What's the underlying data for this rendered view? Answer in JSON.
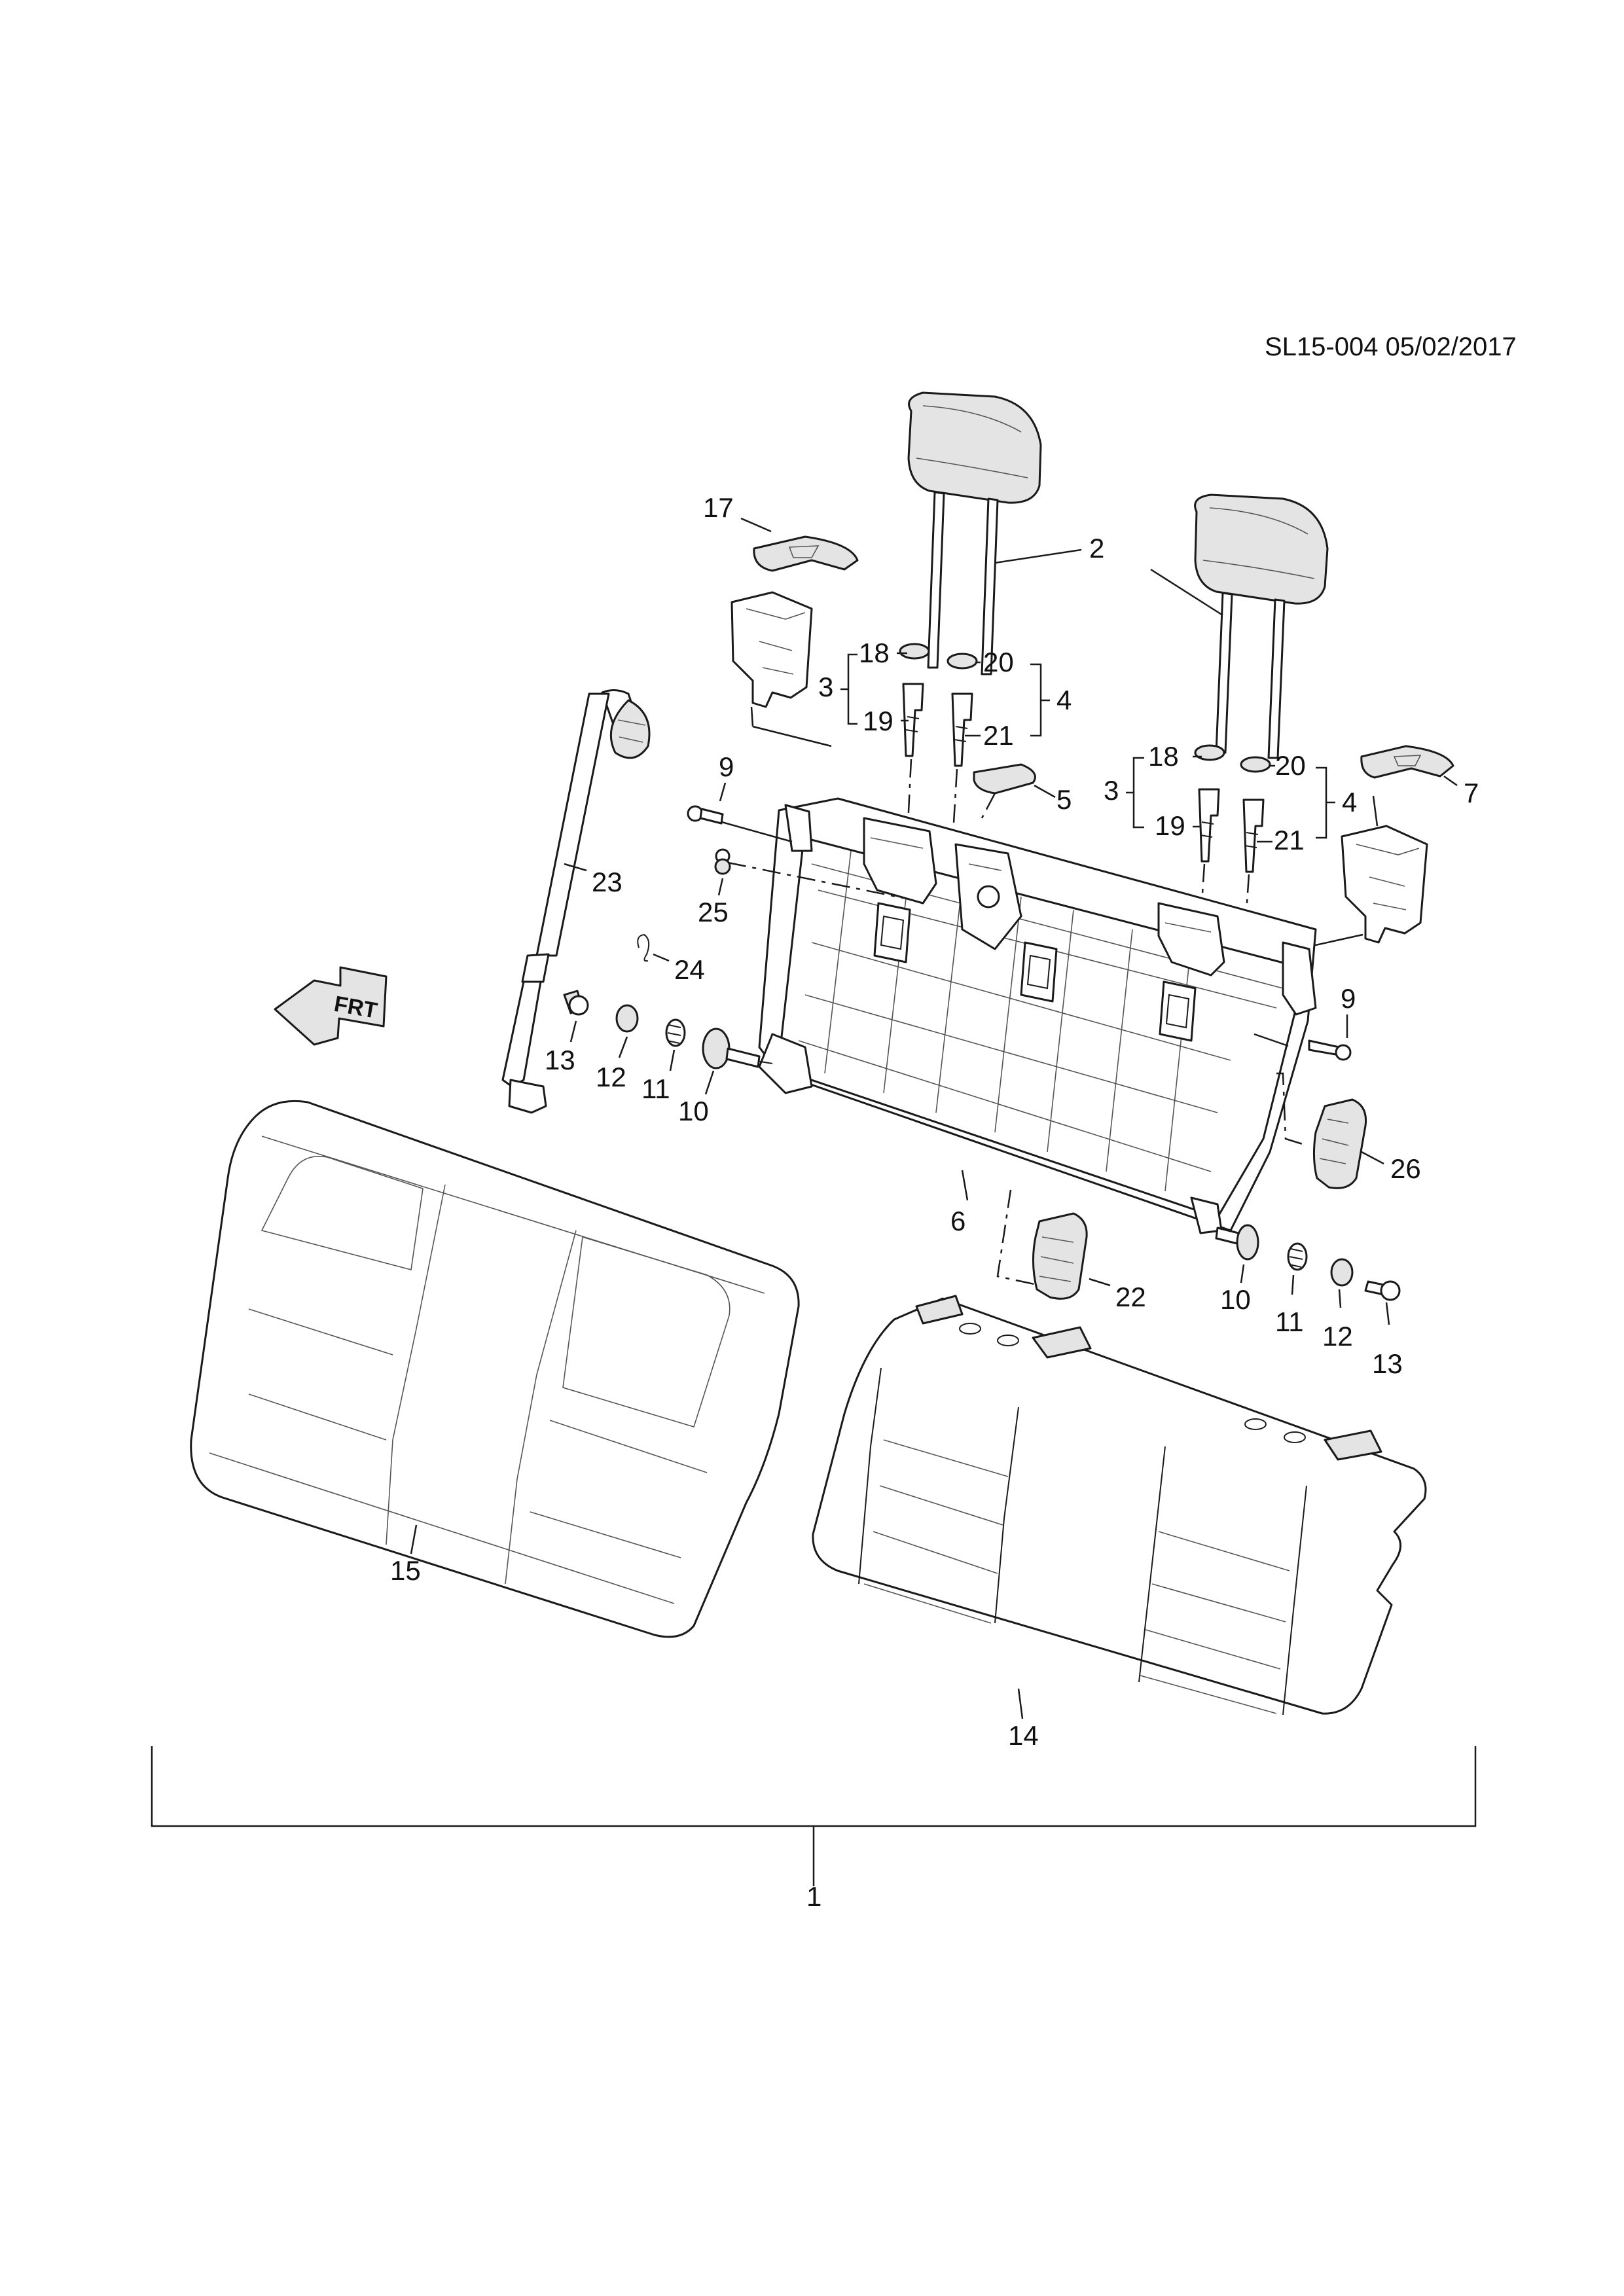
{
  "reference": "SL15-004 05/02/2017",
  "callouts": [
    {
      "id": "1",
      "text": "1"
    },
    {
      "id": "2",
      "text": "2"
    },
    {
      "id": "3a",
      "text": "3"
    },
    {
      "id": "3b",
      "text": "3"
    },
    {
      "id": "4a",
      "text": "4"
    },
    {
      "id": "4b",
      "text": "4"
    },
    {
      "id": "5",
      "text": "5"
    },
    {
      "id": "6",
      "text": "6"
    },
    {
      "id": "7",
      "text": "7"
    },
    {
      "id": "9a",
      "text": "9"
    },
    {
      "id": "9b",
      "text": "9"
    },
    {
      "id": "10a",
      "text": "10"
    },
    {
      "id": "10b",
      "text": "10"
    },
    {
      "id": "11a",
      "text": "11"
    },
    {
      "id": "11b",
      "text": "11"
    },
    {
      "id": "12a",
      "text": "12"
    },
    {
      "id": "12b",
      "text": "12"
    },
    {
      "id": "13a",
      "text": "13"
    },
    {
      "id": "13b",
      "text": "13"
    },
    {
      "id": "14",
      "text": "14"
    },
    {
      "id": "15",
      "text": "15"
    },
    {
      "id": "17",
      "text": "17"
    },
    {
      "id": "18a",
      "text": "18"
    },
    {
      "id": "18b",
      "text": "18"
    },
    {
      "id": "19a",
      "text": "19"
    },
    {
      "id": "19b",
      "text": "19"
    },
    {
      "id": "20a",
      "text": "20"
    },
    {
      "id": "20b",
      "text": "20"
    },
    {
      "id": "21a",
      "text": "21"
    },
    {
      "id": "21b",
      "text": "21"
    },
    {
      "id": "22",
      "text": "22"
    },
    {
      "id": "23",
      "text": "23"
    },
    {
      "id": "24",
      "text": "24"
    },
    {
      "id": "25",
      "text": "25"
    },
    {
      "id": "26",
      "text": "26"
    }
  ],
  "direction_badge": "FRT"
}
